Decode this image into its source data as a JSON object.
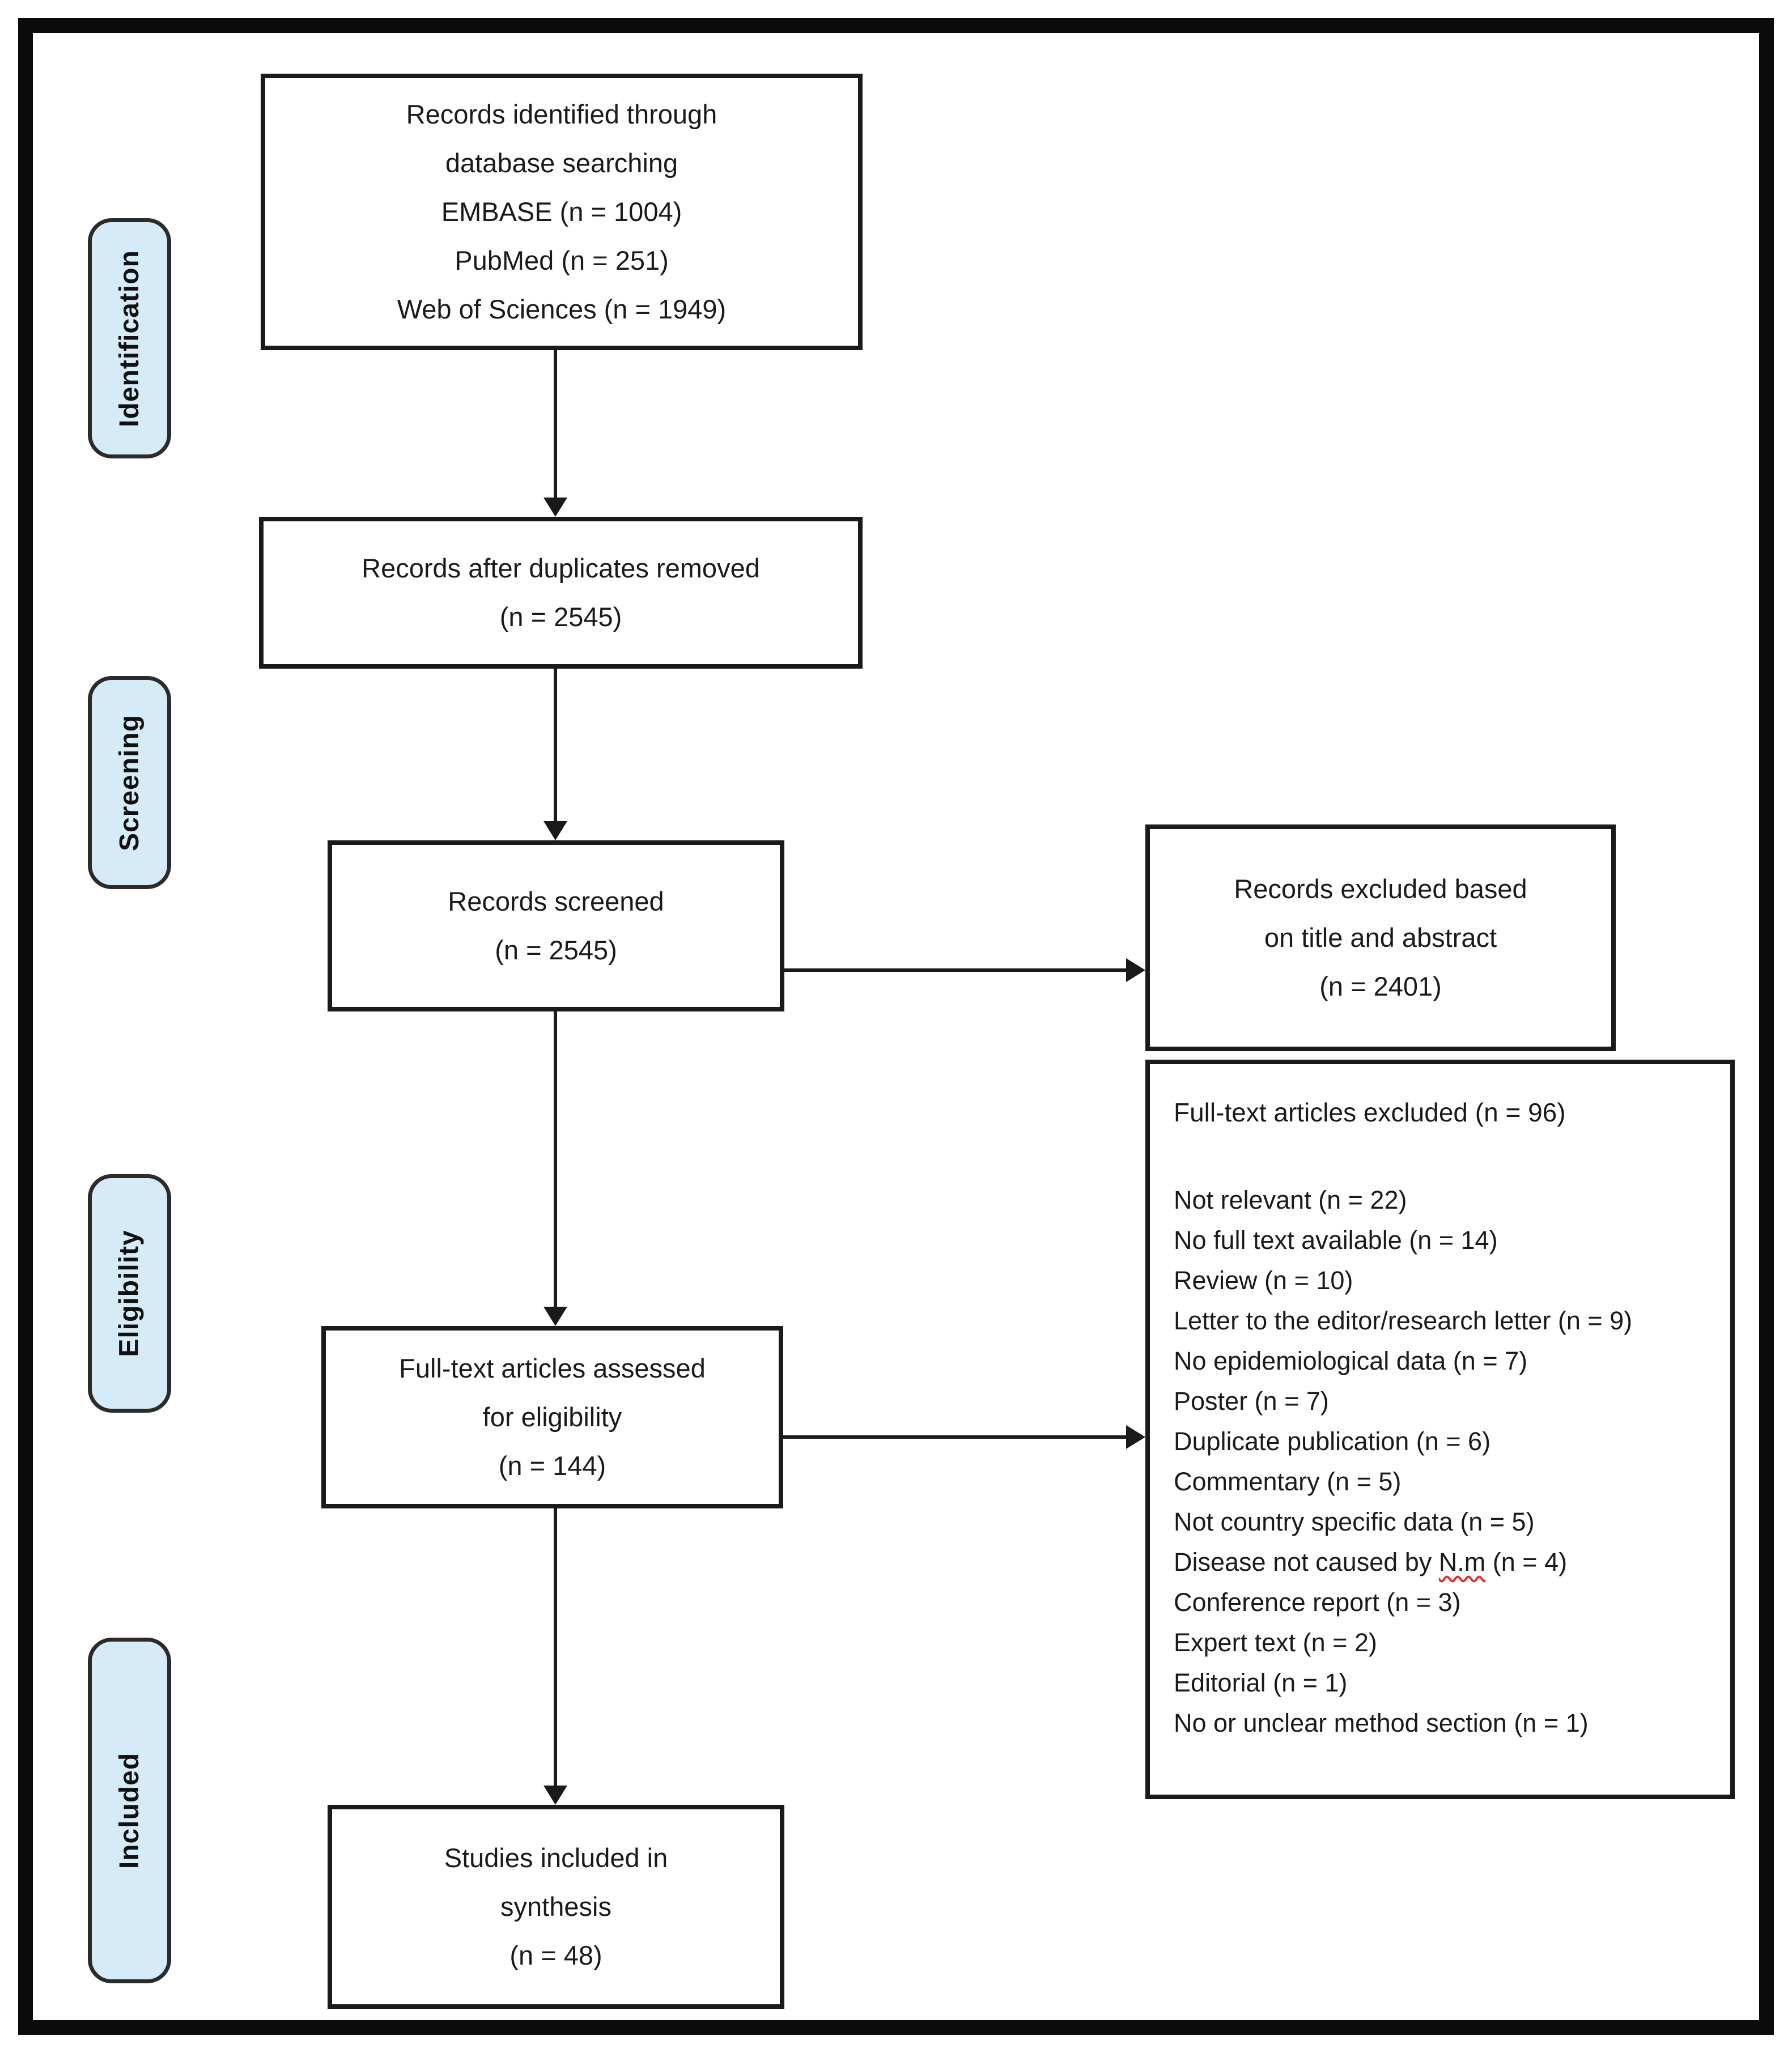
{
  "colors": {
    "stage_tab_fill": "#d6ebf8",
    "stage_tab_border": "#2b2b2b",
    "box_border": "#1a1a1a",
    "frame_border": "#0b0b0b",
    "arrow": "#1a1a1a",
    "text": "#1a1a1a",
    "spellcheck_squiggle": "#e03131"
  },
  "stage_labels": {
    "identification": "Identification",
    "screening": "Screening",
    "eligibility": "Eligibility",
    "included": "Included"
  },
  "boxes": {
    "identified": {
      "lines": [
        "Records identified through",
        "database searching",
        "EMBASE (n = 1004)",
        "PubMed (n = 251)",
        "Web of Sciences (n = 1949)"
      ]
    },
    "deduplicated": {
      "lines": [
        "Records after duplicates removed",
        "(n = 2545)"
      ]
    },
    "screened": {
      "lines": [
        "Records screened",
        "(n = 2545)"
      ]
    },
    "fulltext_assessed": {
      "lines": [
        "Full-text articles assessed",
        "for eligibility",
        "(n = 144)"
      ]
    },
    "included_synthesis": {
      "lines": [
        "Studies included in",
        "synthesis",
        "(n = 48)"
      ]
    },
    "excluded_title_abstract": {
      "lines": [
        "Records excluded based",
        "on title and abstract",
        "(n = 2401)"
      ]
    },
    "fulltext_excluded": {
      "title": "Full-text articles excluded (n = 96)",
      "reasons_before": [
        "Not relevant (n = 22)",
        "No full text available (n = 14)",
        "Review (n = 10)",
        "Letter to the editor/research letter (n = 9)",
        "No epidemiological data (n = 7)",
        "Poster (n = 7)",
        "Duplicate publication (n = 6)",
        "Commentary (n = 5)",
        "Not country specific data (n = 5)"
      ],
      "nm_line": {
        "pre": "Disease not caused by ",
        "mark": "N.m",
        "post": " (n = 4)"
      },
      "reasons_after": [
        "Conference report (n = 3)",
        "Expert text (n = 2)",
        "Editorial (n = 1)",
        "No or unclear method section (n = 1)"
      ]
    }
  }
}
